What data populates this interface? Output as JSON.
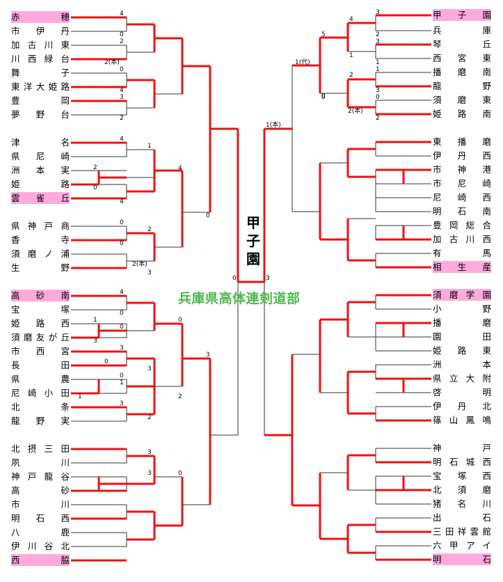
{
  "title": "甲子園",
  "watermark": "兵庫県高体連剣道部",
  "colors": {
    "winner": "#ee1111",
    "line": "#333333",
    "highlight": "#ffaadd",
    "watermark": "#4fb94f"
  },
  "left_teams": [
    "赤穂",
    "市伊丹",
    "加古川東",
    "川西緑台",
    "舞子",
    "東洋大姫路",
    "豊岡",
    "夢野台",
    "津名",
    "県尼崎",
    "洲本実",
    "姫路",
    "雲雀丘",
    "県神戸商",
    "香寺",
    "須磨ノ浦",
    "生野",
    "高砂南",
    "宝塚",
    "姫路西",
    "須磨友が丘",
    "市西宮",
    "長田",
    "県農",
    "尼崎小田",
    "北条",
    "龍野実",
    "北摂三田",
    "夙川",
    "神戸龍谷",
    "高砂",
    "市川",
    "明石西",
    "八鹿",
    "伊川谷北",
    "西脇"
  ],
  "right_teams": [
    "甲子園",
    "兵庫",
    "琴丘",
    "西宮東",
    "播磨南",
    "龍野",
    "須磨東",
    "姫路南",
    "東播磨",
    "伊丹西",
    "市神港",
    "市尼崎",
    "尼崎西",
    "明石南",
    "豊岡総合",
    "加古川西",
    "有馬",
    "相生産",
    "須磨学園",
    "小野",
    "播磨",
    "園田",
    "姫路東",
    "洲本",
    "県立大附",
    "啓明",
    "伊丹北",
    "篠山鳳鳴",
    "神戸",
    "明石城西",
    "宝塚西",
    "北須磨",
    "猪名川",
    "出石",
    "三田祥雲館",
    "六甲アイ",
    "明石"
  ],
  "left_highlight": [
    0,
    12,
    17,
    35
  ],
  "right_highlight": [
    0,
    17,
    18,
    36
  ],
  "left_scores": [
    {
      "t": "4"
    },
    {
      "t": "0"
    },
    {
      "t": "2"
    },
    {
      "t": "2(本)"
    },
    {
      "t": "0"
    },
    {
      "t": "4"
    },
    {
      "t": "3"
    },
    {
      "t": "2"
    },
    {
      "t": "4"
    },
    {
      "t": "1"
    },
    {
      "t": "2"
    },
    {
      "t": "0"
    },
    {
      "t": "4"
    },
    {
      "t": "0"
    },
    {
      "t": "2"
    },
    {
      "t": "0"
    },
    {
      "t": "4"
    },
    {
      "t": "0"
    },
    {
      "t": "3"
    },
    {
      "t": "0"
    },
    {
      "t": "3"
    },
    {
      "t": "4"
    },
    {
      "t": "0"
    },
    {
      "t": "1"
    },
    {
      "t": "3"
    },
    {
      "t": "0"
    },
    {
      "t": "3"
    },
    {
      "t": "0"
    },
    {
      "t": "3"
    },
    {
      "t": "0"
    },
    {
      "t": "1"
    },
    {
      "t": "3"
    },
    {
      "t": "2"
    },
    {
      "t": "2"
    },
    {
      "t": "2(本)"
    },
    {
      "t": "1"
    },
    {
      "t": "3"
    },
    {
      "t": "3"
    },
    {
      "t": "0"
    }
  ],
  "right_scores": [
    {
      "t": "3"
    },
    {
      "t": "2"
    },
    {
      "t": "3"
    },
    {
      "t": "1"
    },
    {
      "t": "1"
    },
    {
      "t": "3"
    },
    {
      "t": "0"
    },
    {
      "t": "2"
    },
    {
      "t": "4"
    },
    {
      "t": "1"
    },
    {
      "t": "2"
    },
    {
      "t": "0"
    },
    {
      "t": "5"
    },
    {
      "t": "0"
    },
    {
      "t": "1(代)"
    },
    {
      "t": "0"
    },
    {
      "t": "2(本)"
    },
    {
      "t": "1(本)"
    },
    {
      "t": "3"
    }
  ]
}
